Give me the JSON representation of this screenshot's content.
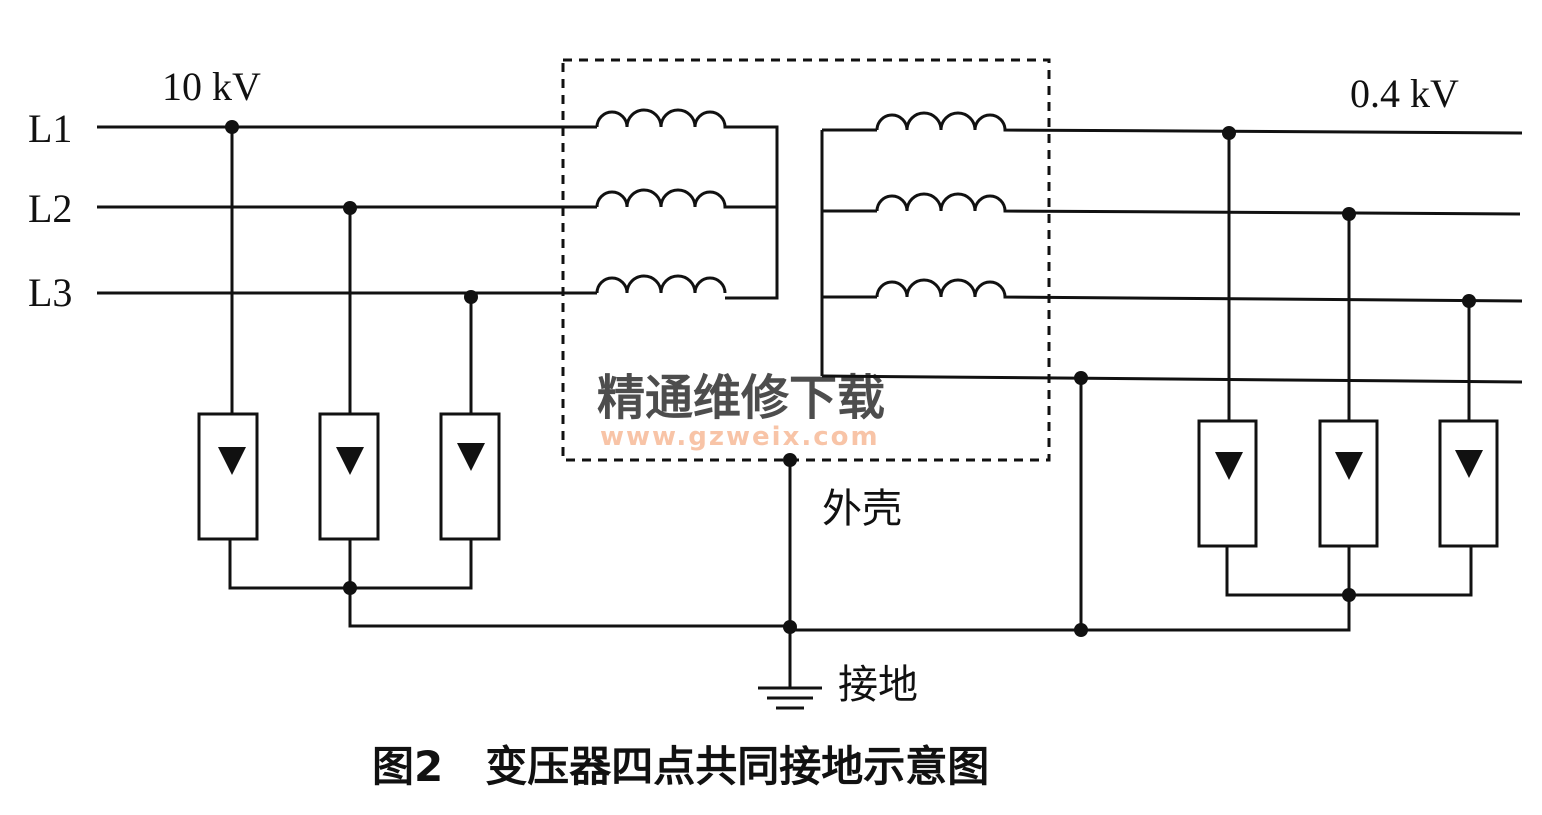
{
  "labels": {
    "hv_voltage": "10 kV",
    "lv_voltage": "0.4 kV",
    "line1": "L1",
    "line2": "L2",
    "line3": "L3",
    "enclosure": "外壳",
    "ground": "接地",
    "caption": "图2　变压器四点共同接地示意图"
  },
  "watermark": {
    "title": "精通维修下载",
    "url": "www.gzweix.com",
    "color": "#f5b08a"
  }
}
